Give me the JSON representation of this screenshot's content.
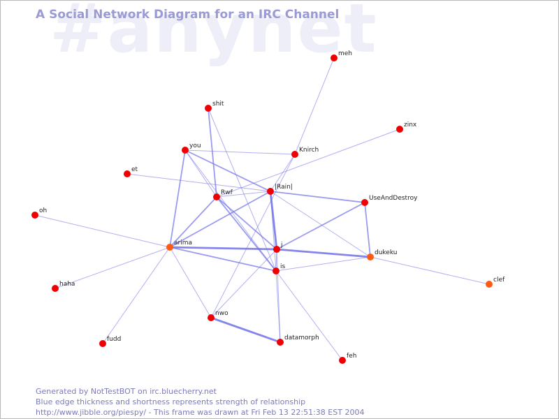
{
  "header": {
    "watermark": "#anynet",
    "title": "A Social Network Diagram for an IRC Channel"
  },
  "colors": {
    "node_red": "#f00000",
    "node_orange": "#ff5a14",
    "edge": "#7070e8",
    "title": "#9a9ad6",
    "watermark": "#eeeef9",
    "footer": "#7a7ab8"
  },
  "graph": {
    "nodes": [
      {
        "id": "meh",
        "label": "meh",
        "color": "red"
      },
      {
        "id": "shit",
        "label": "shit",
        "color": "red"
      },
      {
        "id": "zinx",
        "label": "zinx",
        "color": "red"
      },
      {
        "id": "you",
        "label": "you",
        "color": "red"
      },
      {
        "id": "Knirch",
        "label": "Knirch",
        "color": "red"
      },
      {
        "id": "et",
        "label": "et",
        "color": "red"
      },
      {
        "id": "Rwf",
        "label": "Rwf",
        "color": "red"
      },
      {
        "id": "Rain",
        "label": "|Rain|",
        "color": "red"
      },
      {
        "id": "UseAndDestroy",
        "label": "UseAndDestroy",
        "color": "red"
      },
      {
        "id": "oh",
        "label": "oh",
        "color": "red"
      },
      {
        "id": "arima",
        "label": "arima",
        "color": "orange"
      },
      {
        "id": "j",
        "label": "j",
        "color": "red"
      },
      {
        "id": "dukeku",
        "label": "dukeku",
        "color": "orange"
      },
      {
        "id": "is",
        "label": "is",
        "color": "red"
      },
      {
        "id": "haha",
        "label": "haha",
        "color": "red"
      },
      {
        "id": "clef",
        "label": "clef",
        "color": "orange"
      },
      {
        "id": "nwo",
        "label": "nwo",
        "color": "red"
      },
      {
        "id": "fudd",
        "label": "fudd",
        "color": "red"
      },
      {
        "id": "datamorph",
        "label": "datamorph",
        "color": "red"
      },
      {
        "id": "feh",
        "label": "feh",
        "color": "red"
      }
    ],
    "edges": [
      {
        "from": "meh",
        "to": "Knirch",
        "strength": 1
      },
      {
        "from": "zinx",
        "to": "Rwf",
        "strength": 1
      },
      {
        "from": "shit",
        "to": "Rwf",
        "strength": 2
      },
      {
        "from": "shit",
        "to": "is",
        "strength": 1
      },
      {
        "from": "you",
        "to": "Knirch",
        "strength": 1
      },
      {
        "from": "you",
        "to": "Rain",
        "strength": 2
      },
      {
        "from": "you",
        "to": "arima",
        "strength": 2
      },
      {
        "from": "you",
        "to": "Rwf",
        "strength": 1
      },
      {
        "from": "you",
        "to": "is",
        "strength": 1
      },
      {
        "from": "Knirch",
        "to": "Rain",
        "strength": 1
      },
      {
        "from": "Knirch",
        "to": "nwo",
        "strength": 1
      },
      {
        "from": "et",
        "to": "Rain",
        "strength": 1
      },
      {
        "from": "Rwf",
        "to": "Rain",
        "strength": 1
      },
      {
        "from": "Rwf",
        "to": "arima",
        "strength": 2
      },
      {
        "from": "Rwf",
        "to": "j",
        "strength": 2
      },
      {
        "from": "Rwf",
        "to": "is",
        "strength": 2
      },
      {
        "from": "Rain",
        "to": "arima",
        "strength": 2
      },
      {
        "from": "Rain",
        "to": "j",
        "strength": 3
      },
      {
        "from": "Rain",
        "to": "UseAndDestroy",
        "strength": 2
      },
      {
        "from": "Rain",
        "to": "dukeku",
        "strength": 1
      },
      {
        "from": "Rain",
        "to": "is",
        "strength": 1
      },
      {
        "from": "UseAndDestroy",
        "to": "j",
        "strength": 2
      },
      {
        "from": "UseAndDestroy",
        "to": "dukeku",
        "strength": 2
      },
      {
        "from": "oh",
        "to": "arima",
        "strength": 1
      },
      {
        "from": "arima",
        "to": "j",
        "strength": 3
      },
      {
        "from": "arima",
        "to": "is",
        "strength": 2
      },
      {
        "from": "arima",
        "to": "nwo",
        "strength": 1
      },
      {
        "from": "arima",
        "to": "haha",
        "strength": 1
      },
      {
        "from": "arima",
        "to": "fudd",
        "strength": 1
      },
      {
        "from": "j",
        "to": "dukeku",
        "strength": 3
      },
      {
        "from": "j",
        "to": "is",
        "strength": 1
      },
      {
        "from": "j",
        "to": "nwo",
        "strength": 1
      },
      {
        "from": "j",
        "to": "datamorph",
        "strength": 1
      },
      {
        "from": "is",
        "to": "dukeku",
        "strength": 1
      },
      {
        "from": "is",
        "to": "datamorph",
        "strength": 1
      },
      {
        "from": "is",
        "to": "feh",
        "strength": 1
      },
      {
        "from": "dukeku",
        "to": "clef",
        "strength": 1
      },
      {
        "from": "nwo",
        "to": "datamorph",
        "strength": 3
      }
    ]
  },
  "footer": {
    "line1": "Generated by NotTestBOT on irc.bluecherry.net",
    "line2": "Blue edge thickness and shortness represents strength of relationship",
    "line3": "http://www.jibble.org/piespy/ - This frame was drawn at Fri Feb 13 22:51:38 EST 2004"
  }
}
